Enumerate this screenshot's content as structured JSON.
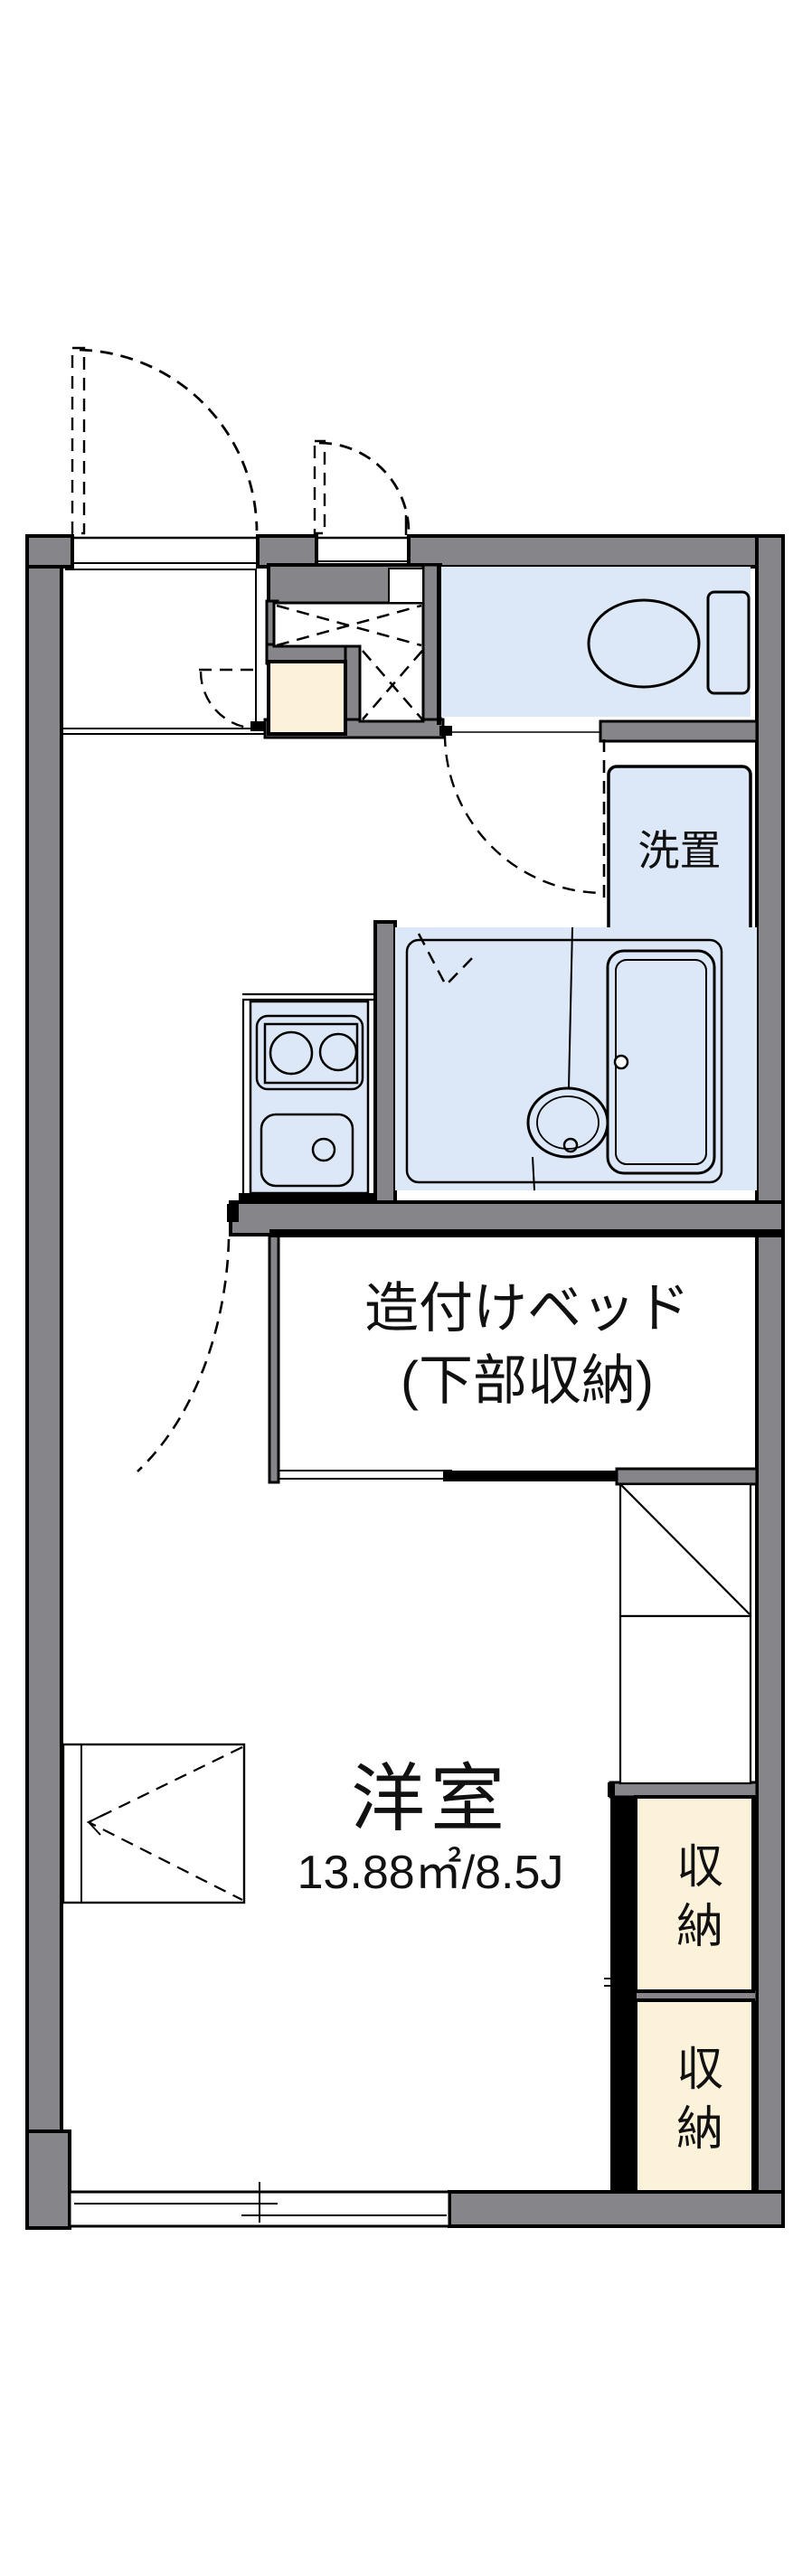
{
  "floorplan": {
    "rooms": {
      "western_room": {
        "name": "洋室",
        "area": "13.88㎡/8.5J"
      },
      "built_in_bed": {
        "line1": "造付けベッド",
        "line2": "(下部収納)"
      },
      "washer_space": {
        "label": "洗置"
      },
      "closet_upper": {
        "label": "収納"
      },
      "closet_lower": {
        "label": "収納"
      }
    },
    "fixtures": [
      "toilet-icon",
      "bathtub-icon",
      "wash-basin-icon",
      "kitchen-stove-icon",
      "kitchen-sink-icon",
      "refrigerator-space-diagonal",
      "entrance-door-swing",
      "outdoor-storage-door-swing",
      "toilet-door-swing",
      "room-door-swing",
      "sliding-window"
    ],
    "colors": {
      "wall_gray": "#85858a",
      "water_blue": "#dce8f7",
      "step_cream": "#fcf2da",
      "line_black": "#000000"
    }
  }
}
